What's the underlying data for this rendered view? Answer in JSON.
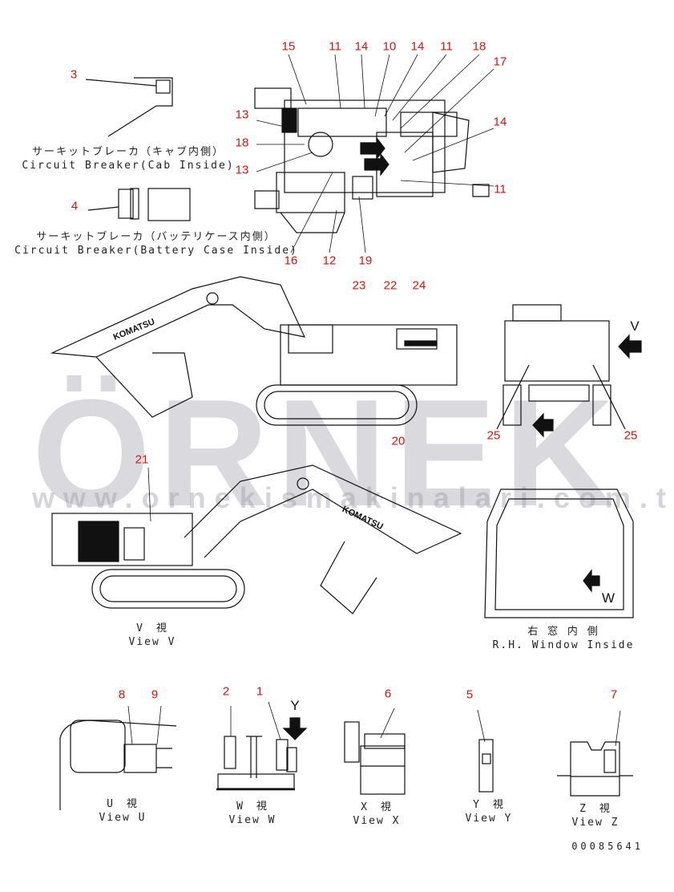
{
  "callouts": [
    "15",
    "11",
    "14",
    "10",
    "14",
    "11",
    "18",
    "17",
    "14",
    "11",
    "13",
    "18",
    "13",
    "16",
    "12",
    "19",
    "3",
    "4",
    "23",
    "22",
    "24",
    "20",
    "25",
    "25",
    "21",
    "8",
    "9",
    "2",
    "1",
    "6",
    "5",
    "7"
  ],
  "view_letters": [
    "V",
    "W",
    "Y"
  ],
  "captions": {
    "cab_jp": "サーキットブレーカ（キャブ内側）",
    "cab_en": "Circuit Breaker(Cab Inside)",
    "battery_jp": "サーキットブレーカ（バッテリケース内側）",
    "battery_en": "Circuit Breaker(Battery Case Inside)",
    "view_v_jp": "V　視",
    "view_v_en": "View V",
    "window_jp": "右 窓 内 側",
    "window_en": "R.H. Window Inside",
    "view_u_jp": "U　視",
    "view_u_en": "View U",
    "view_w_jp": "W　視",
    "view_w_en": "View W",
    "view_x_jp": "X　視",
    "view_x_en": "View X",
    "view_y_jp": "Y　視",
    "view_y_en": "View Y",
    "view_z_jp": "Z　視",
    "view_z_en": "View Z"
  },
  "boom_logo": "KOMATSU",
  "watermark": {
    "brand": "ÖRNEK",
    "url": "www.ornekismakinalari.com.tr"
  },
  "doc_number": "00085641",
  "colors": {
    "callout": "#e01010",
    "line": "#111111",
    "watermark": "#a0a0aa"
  }
}
